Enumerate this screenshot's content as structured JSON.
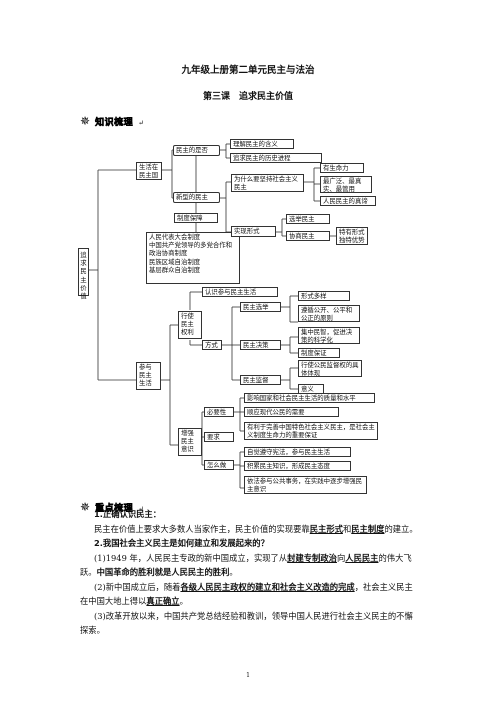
{
  "title": "九年级上册第二单元民主与法治",
  "lesson": "第三课　追求民主价值",
  "sections": {
    "knowledge": "知识梳理",
    "key": "重点梳理"
  },
  "mindmap": {
    "root": "追求民主价值",
    "b1": "生活在民主国家",
    "b1_what": "民主的是否",
    "b1_what_items": [
      "理解民主的含义",
      "追求民主的历史进程"
    ],
    "b1_new": "新型的民主",
    "b1_why": "为什么要坚持社会主义民主",
    "b1_why_items": [
      "有生命力",
      "最广泛、最真实、最管用",
      "人民民主的真谛"
    ],
    "b1_guarantee": "制度保障",
    "b1_guarantee_list": "人民代表大会制度\n中国共产党领导的多党合作和政治协商制度\n民族区域自治制度\n基层群众自治制度",
    "b1_form": "实现形式",
    "b1_form_items": [
      "选举民主",
      "协商民主"
    ],
    "b1_form_feature": "特有形式独特优势",
    "b2": "参与民主生活",
    "b2_exercise": "行使民主权利",
    "b2_understand": "认识参与民主生活",
    "b2_method": "方式",
    "b2_elect": "民主选举",
    "b2_elect_items": [
      "形式多样",
      "遵循公开、公平和公正的原则"
    ],
    "b2_decide": "民主决策",
    "b2_decide_items": [
      "集中民智，促进决策的科学化",
      "制度保证"
    ],
    "b2_supervise": "民主监督",
    "b2_supervise_items": [
      "行使公民监督权的具体体现",
      "意义"
    ],
    "b2_enhance": "增强民主意识",
    "b2_need": "必要性",
    "b2_need_items": [
      "影响国家和社会民主生活的质量和水平",
      "顺应现代公民的需要",
      "有利于完善中国特色社会主义民主，是社会主义制度生命力的重要保证"
    ],
    "b2_require": "要求",
    "b2_how": "怎么做",
    "b2_how_items": [
      "自觉遵守宪法，参与民主生活",
      "积累民主知识，形成民主态度",
      "依法参与公共事务，在实践中逐步增强民主意识"
    ]
  },
  "content": {
    "q1": "1.正确认识民主：",
    "q1_text": [
      "民主在价值上要求大多数人当家作主，民主价值的实现要靠",
      "民主形式",
      "和",
      "民主制度",
      "的建立。"
    ],
    "q2": "2.我国社会主义民主是如何建立和发展起来的？",
    "p1": [
      "(1)1949 年，人民民主专政的新中国成立，实现了从",
      "封建专制政治",
      "向",
      "人民民主",
      "的伟大飞跃。",
      "中国革命的胜利就是人民民主的胜利",
      "。"
    ],
    "p2": [
      "(2)新中国成立后，随着",
      "各级人民民主政权的建立和社会主义改造的完成",
      "，社会主义民主在中国大地上得以",
      "真正确立",
      "。"
    ],
    "p3": "(3)改革开放以来，中国共产党总结经验和教训，领导中国人民进行社会主义民主的不懈探索。"
  },
  "page_number": "1"
}
